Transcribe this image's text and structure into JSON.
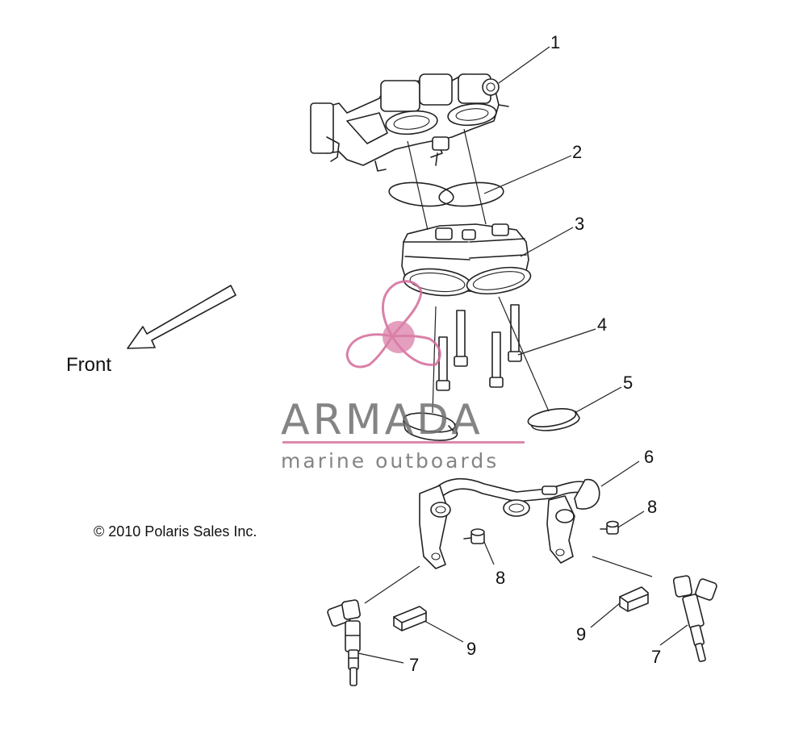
{
  "labels": {
    "l1": "1",
    "l2": "2",
    "l3": "3",
    "l4": "4",
    "l5": "5",
    "l6": "6",
    "l7a": "7",
    "l7b": "7",
    "l8a": "8",
    "l8b": "8",
    "l9a": "9",
    "l9b": "9"
  },
  "front_label": "Front",
  "copyright": "© 2010 Polaris Sales Inc.",
  "watermark": {
    "name": "ARMADA",
    "tagline": "marine outboards",
    "accent_color": "#d46a9a",
    "text_color": "#6e6e6e"
  }
}
